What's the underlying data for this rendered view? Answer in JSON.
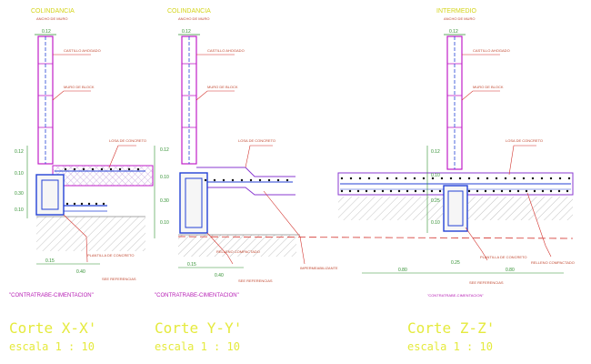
{
  "colors": {
    "background": "#ffffff",
    "title_yellow": "#e5ea3d",
    "wall_magenta": "#c01ec8",
    "rebar_blue": "#2442d6",
    "dim_green": "#2f8f2f",
    "leader_red": "#d2312b",
    "hatch_gray": "#8a8a8a",
    "note_brown": "#c14a32"
  },
  "sections": [
    {
      "top_label": "COLINDANCIA",
      "top_sub": "ANCHO DE MURO",
      "top_dim": "0.12",
      "dims_left": [
        "0.12",
        "0.10",
        "0.30",
        "0.10"
      ],
      "dims_bottom": [
        "0.15",
        "0.40"
      ],
      "tag": "\"CONTRATRABE-CIMENTACION\"",
      "title": "Corte  X-X'",
      "scale": "escala 1 : 10"
    },
    {
      "top_label": "COLINDANCIA",
      "top_sub": "ANCHO DE MURO",
      "top_dim": "0.12",
      "dims_left": [
        "0.12",
        "0.10",
        "0.30",
        "0.10"
      ],
      "dims_bottom": [
        "0.15",
        "0.40"
      ],
      "tag": "\"CONTRATRABE-CIMENTACION\"",
      "title": "Corte  Y-Y'",
      "scale": "escala 1 : 10"
    },
    {
      "top_label": "INTERMEDIO",
      "top_sub": "ANCHO DE MURO",
      "top_dim": "0.12",
      "dims_left": [
        "0.12",
        "0.10",
        "0.25",
        "0.10"
      ],
      "dims_bottom": [
        "0.80",
        "0.25",
        "0.80"
      ],
      "tag": "\"CONTRATRABE-CIMENTACION\"",
      "title": "Corte  Z-Z'",
      "scale": "escala 1 : 10"
    }
  ],
  "notes": {
    "castillo": "CASTILLO AHOGADO",
    "muro": "MURO DE BLOCK",
    "losa": "LOSA DE CONCRETO",
    "impermeabilizante": "IMPERMEABILIZANTE",
    "plantilla": "PLANTILLA DE CONCRETO",
    "relleno": "RELLENO COMPACTADO",
    "ref": "SEE REFERENCIAS"
  }
}
